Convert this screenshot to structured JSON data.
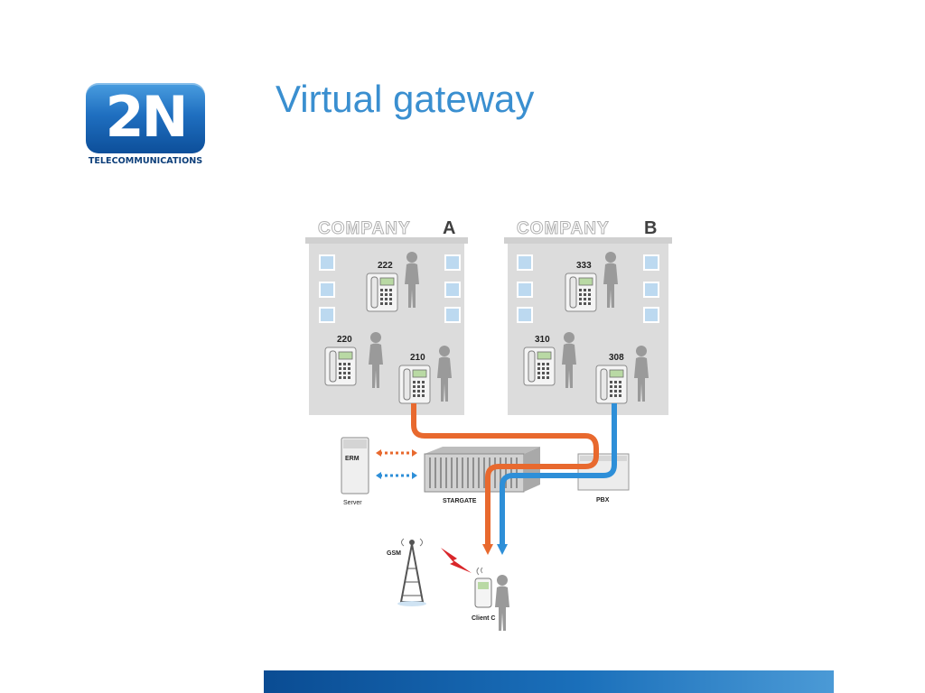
{
  "logo": {
    "brand": "2N",
    "subtitle": "TELECOMMUNICATIONS"
  },
  "title": "Virtual gateway",
  "diagram": {
    "company_a": {
      "label": "COMPANY",
      "letter": "A"
    },
    "company_b": {
      "label": "COMPANY",
      "letter": "B"
    },
    "company_a_extensions": [
      "222",
      "220",
      "210"
    ],
    "company_b_extensions": [
      "333",
      "310",
      "308"
    ],
    "server_label": "Server",
    "server_tag": "ERM",
    "stargate_label": "STARGATE",
    "pbx_label": "PBX",
    "gsm_label": "GSM",
    "client_label": "Client C",
    "colors": {
      "orange": "#e8692e",
      "blue": "#2e8fd8",
      "building": "#dcdcdc",
      "window": "#bcd9f0"
    }
  }
}
